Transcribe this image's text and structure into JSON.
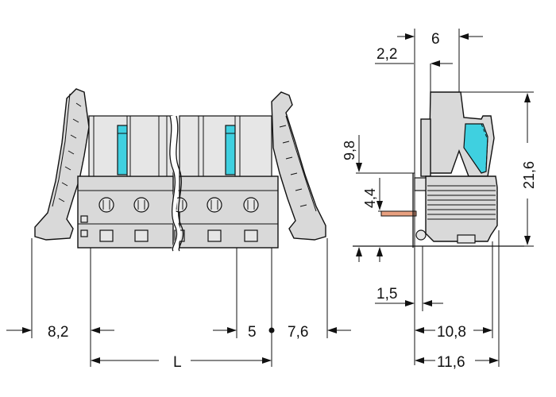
{
  "dimensions": {
    "width_left": "8,2",
    "pitch": "5",
    "width_right": "7,6",
    "length": "L",
    "top_offset": "2,2",
    "top_width": "6",
    "height_to_pin_top": "9,8",
    "pin_height": "4,4",
    "total_height": "21,6",
    "pin_offset": "1,5",
    "depth_body": "10,8",
    "depth_total": "11,6"
  },
  "colors": {
    "housing": "#d9d9d9",
    "face": "#e6e6e6",
    "release_button": "#3fd0e0",
    "pin": "#e8a080",
    "line": "#111111"
  }
}
